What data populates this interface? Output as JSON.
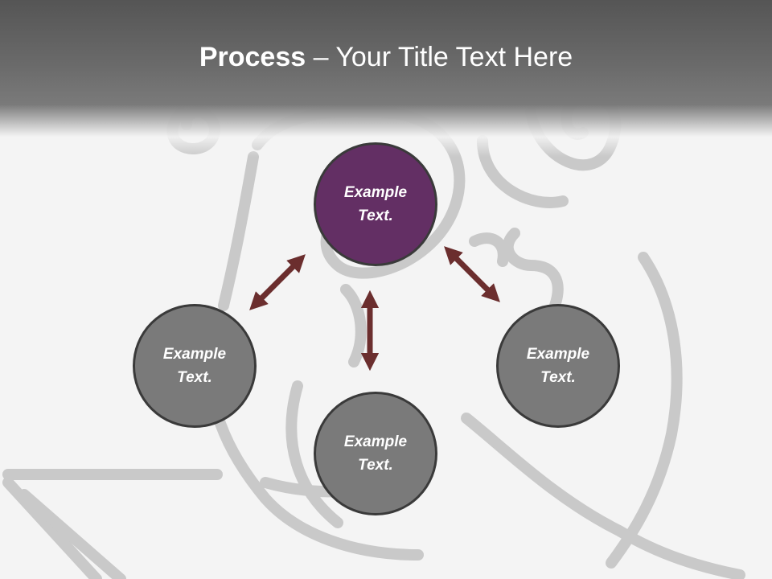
{
  "slide": {
    "title_bold": "Process",
    "title_separator": " – ",
    "title_rest": "Your Title Text Here"
  },
  "nodes": {
    "top": {
      "label": "Example\nText.",
      "color": "#632f64"
    },
    "left": {
      "label": "Example\nText.",
      "color": "#7a7a7a"
    },
    "bottom": {
      "label": "Example\nText.",
      "color": "#7a7a7a"
    },
    "right": {
      "label": "Example\nText.",
      "color": "#7a7a7a"
    }
  },
  "colors": {
    "arrow": "#6b2e2e",
    "node_border": "#3a3a3a",
    "background_art": "#c8c8c8"
  }
}
